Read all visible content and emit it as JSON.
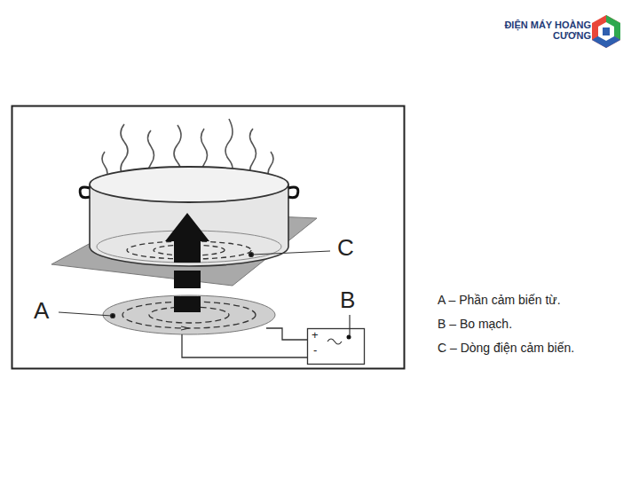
{
  "diagram": {
    "labels": [
      "ĐIỆN MÁY HOÀNG CƯƠNG",
      "A",
      "B",
      "C",
      "+",
      "-",
      "A – Phần cảm biến từ.",
      "B – Bo mạch.",
      "C – Dòng điện cảm biến."
    ]
  }
}
